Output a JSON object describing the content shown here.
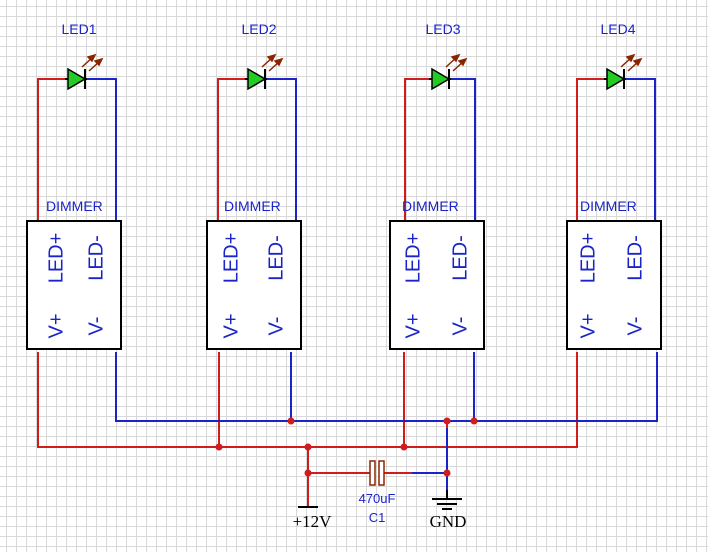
{
  "leds": [
    {
      "label": "LED1"
    },
    {
      "label": "LED2"
    },
    {
      "label": "LED3"
    },
    {
      "label": "LED4"
    }
  ],
  "dimmers": [
    {
      "title": "DIMMER",
      "pin_led_plus": "LED+",
      "pin_led_minus": "LED-",
      "pin_v_plus": "V+",
      "pin_v_minus": "V-"
    },
    {
      "title": "DIMMER",
      "pin_led_plus": "LED+",
      "pin_led_minus": "LED-",
      "pin_v_plus": "V+",
      "pin_v_minus": "V-"
    },
    {
      "title": "DIMMER",
      "pin_led_plus": "LED+",
      "pin_led_minus": "LED-",
      "pin_v_plus": "V+",
      "pin_v_minus": "V-"
    },
    {
      "title": "DIMMER",
      "pin_led_plus": "LED+",
      "pin_led_minus": "LED-",
      "pin_v_plus": "V+",
      "pin_v_minus": "V-"
    }
  ],
  "capacitor": {
    "value": "470uF",
    "ref": "C1"
  },
  "power": {
    "supply_label": "+12V",
    "ground_label": "GND"
  },
  "colors": {
    "positive_wire": "#d01c1c",
    "negative_wire": "#1a24c8",
    "led_fill": "#22cc22",
    "arrow": "#8b2500",
    "junction": "#d01c1c"
  }
}
